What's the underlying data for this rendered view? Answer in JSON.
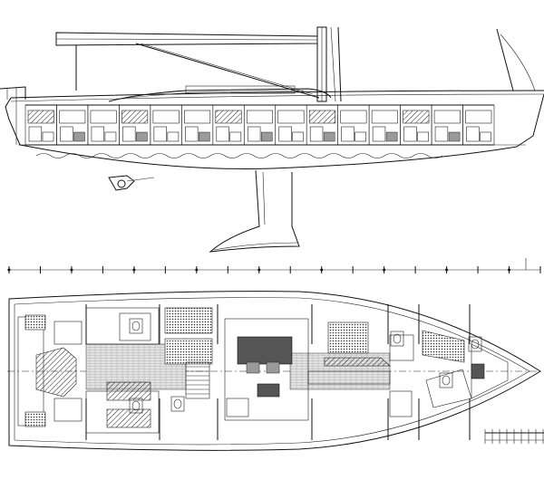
{
  "drawing": {
    "views": [
      "profile",
      "plan"
    ],
    "background": "#ffffff",
    "line_color": "#111111",
    "profile_cabin_count": 15,
    "plan_station_count": 18
  }
}
